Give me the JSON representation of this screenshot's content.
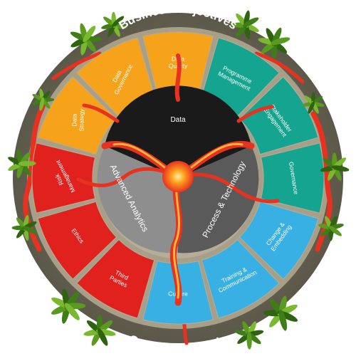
{
  "titles": {
    "top": "Business Objectives",
    "bottom": "Customers’ Needs"
  },
  "core": {
    "top": "Data",
    "left": "Advanced Analytics",
    "right": "Process & Technology"
  },
  "segments": [
    {
      "lines": [
        "Data",
        "Quality"
      ],
      "color": "#f6a31b"
    },
    {
      "lines": [
        "Programme",
        "Management"
      ],
      "color": "#14a48f"
    },
    {
      "lines": [
        "Stakeholder",
        "Engagement"
      ],
      "color": "#14a48f"
    },
    {
      "lines": [
        "Governance"
      ],
      "color": "#14a48f"
    },
    {
      "lines": [
        "Change &",
        "Embedding"
      ],
      "color": "#39b0e3"
    },
    {
      "lines": [
        "Training &",
        "Communication"
      ],
      "color": "#39b0e3"
    },
    {
      "lines": [
        "Culture"
      ],
      "color": "#39b0e3"
    },
    {
      "lines": [
        "Third",
        "Parties"
      ],
      "color": "#e1211d"
    },
    {
      "lines": [
        "Ethics"
      ],
      "color": "#e1211d"
    },
    {
      "lines": [
        "Risk",
        "Management"
      ],
      "color": "#e1211d"
    },
    {
      "lines": [
        "Data",
        "Strategy"
      ],
      "color": "#f6a31b"
    },
    {
      "lines": [
        "Data",
        "Governance"
      ],
      "color": "#f6a31b"
    }
  ],
  "colors": {
    "outer_ring": "#6e6a5a",
    "gap_ring": "#b5ad99",
    "lava": "#e8311f",
    "lava_glow": "#ffb53a",
    "data_core": "#1a1a1a",
    "analytics_core": "#8e8e8e",
    "process_core": "#5a5a5a",
    "foliage": "#5a9a1f"
  }
}
